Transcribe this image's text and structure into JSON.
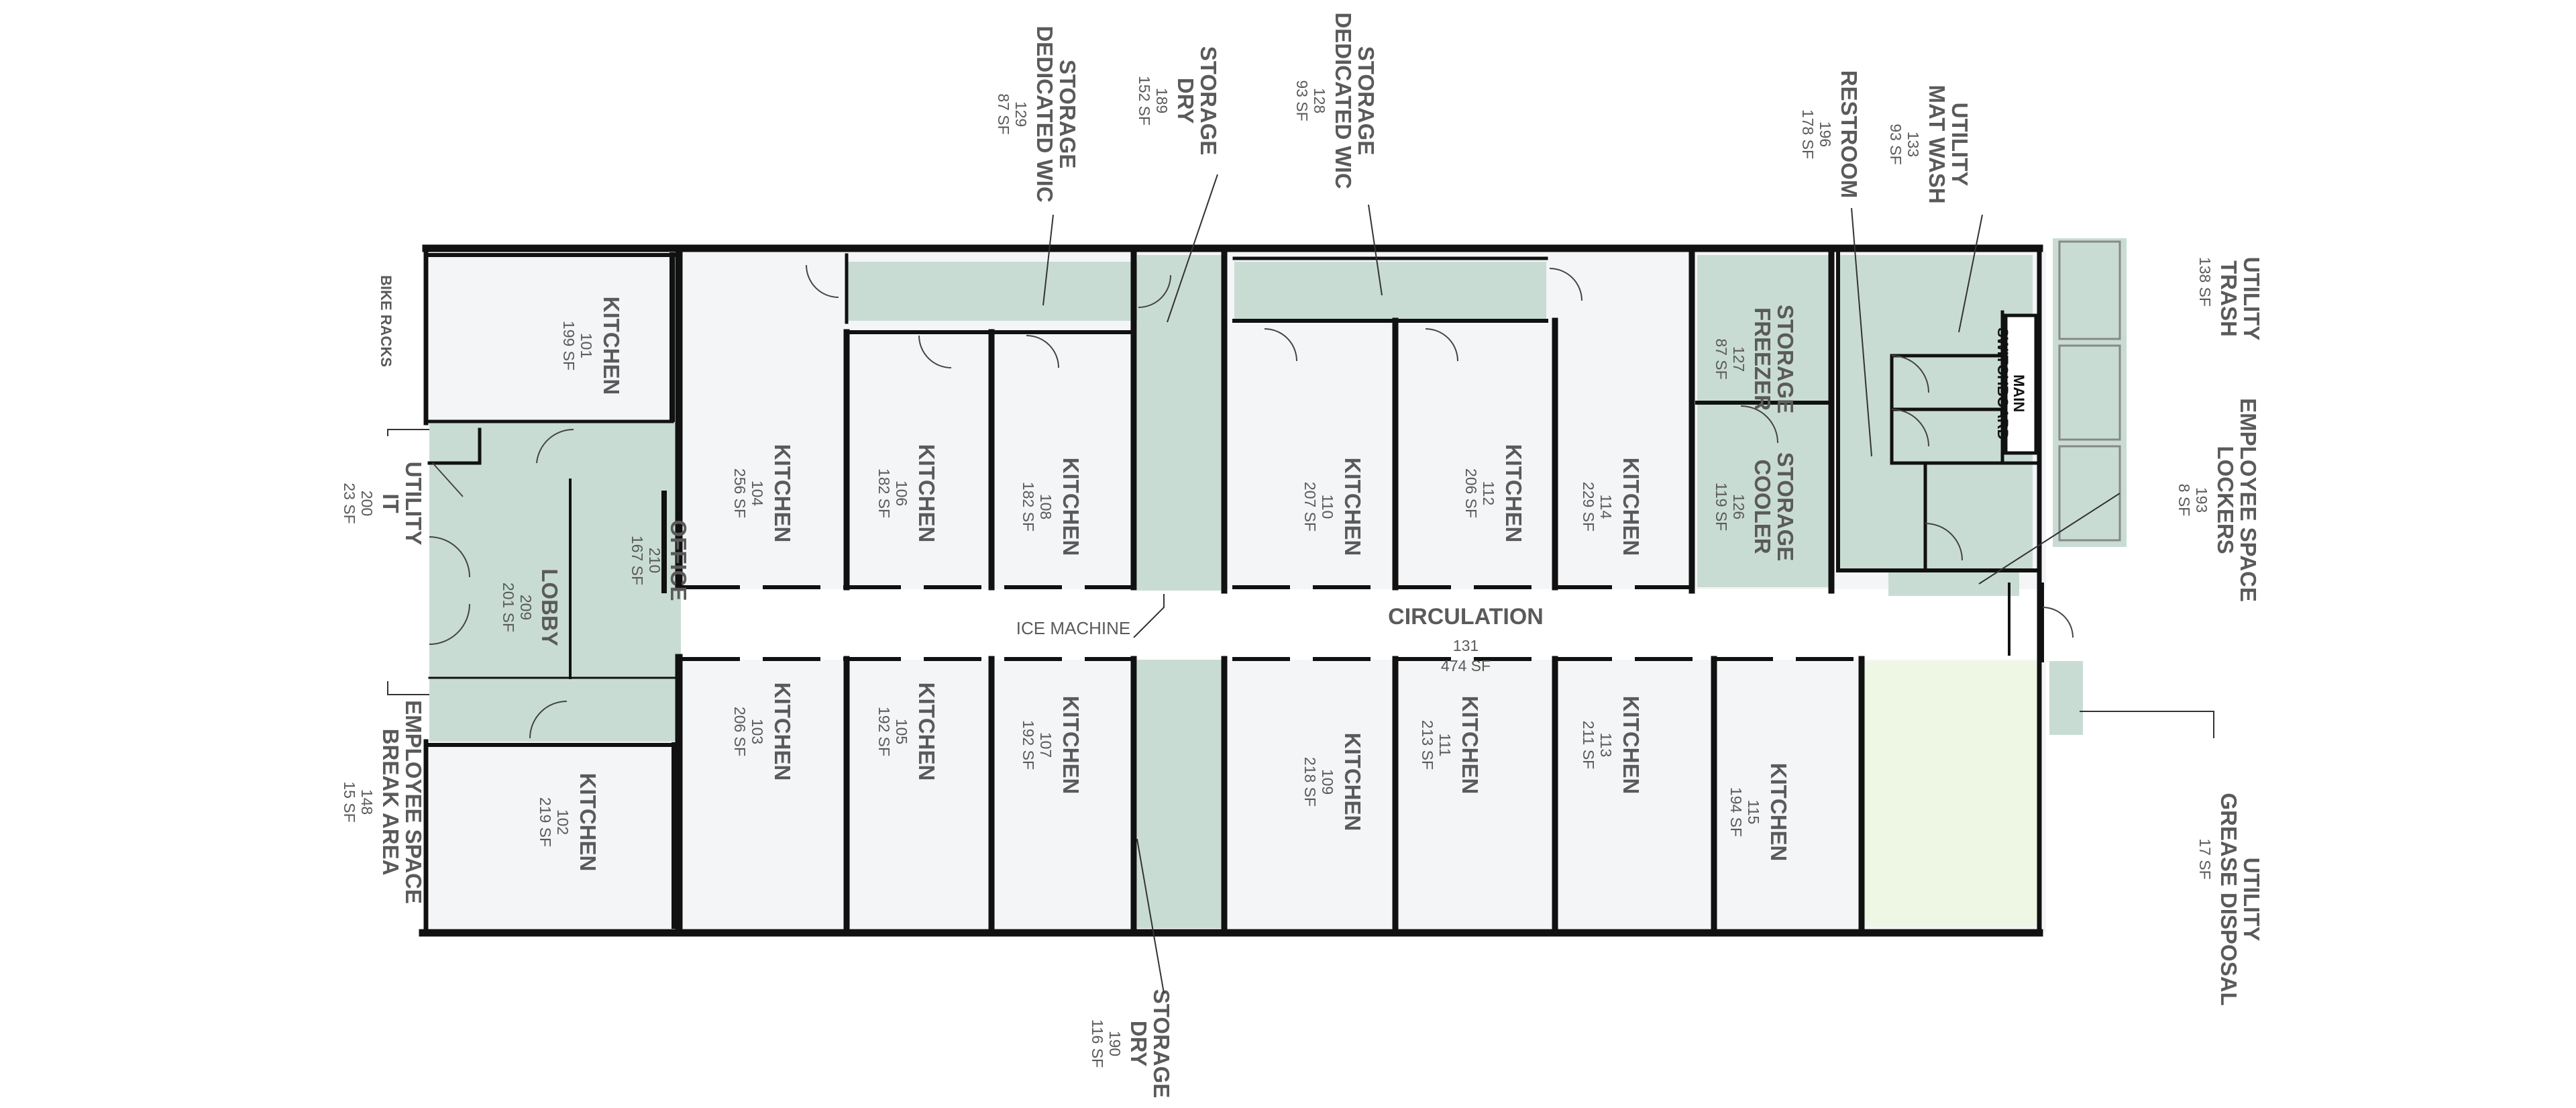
{
  "colors": {
    "wall": "#111111",
    "kitchen": "#f4f5f7",
    "support": "#c9dcd3",
    "highlight": "#eef6e4",
    "text": "#5a5a5a"
  },
  "rooms": [
    {
      "id": "room-101",
      "name": "KITCHEN",
      "num": "101",
      "area": "199 SF"
    },
    {
      "id": "room-102",
      "name": "KITCHEN",
      "num": "102",
      "area": "219 SF"
    },
    {
      "id": "room-103",
      "name": "KITCHEN",
      "num": "103",
      "area": "206 SF"
    },
    {
      "id": "room-104",
      "name": "KITCHEN",
      "num": "104",
      "area": "256 SF"
    },
    {
      "id": "room-105",
      "name": "KITCHEN",
      "num": "105",
      "area": "192 SF"
    },
    {
      "id": "room-106",
      "name": "KITCHEN",
      "num": "106",
      "area": "182 SF"
    },
    {
      "id": "room-107",
      "name": "KITCHEN",
      "num": "107",
      "area": "192 SF"
    },
    {
      "id": "room-108",
      "name": "KITCHEN",
      "num": "108",
      "area": "182 SF"
    },
    {
      "id": "room-109",
      "name": "KITCHEN",
      "num": "109",
      "area": "218 SF"
    },
    {
      "id": "room-110",
      "name": "KITCHEN",
      "num": "110",
      "area": "207 SF"
    },
    {
      "id": "room-111",
      "name": "KITCHEN",
      "num": "111",
      "area": "213 SF"
    },
    {
      "id": "room-112",
      "name": "KITCHEN",
      "num": "112",
      "area": "206 SF"
    },
    {
      "id": "room-113",
      "name": "KITCHEN",
      "num": "113",
      "area": "211 SF"
    },
    {
      "id": "room-114",
      "name": "KITCHEN",
      "num": "114",
      "area": "229 SF"
    },
    {
      "id": "room-115",
      "name": "KITCHEN",
      "num": "115",
      "area": "194 SF"
    },
    {
      "id": "room-126",
      "name1": "STORAGE",
      "name2": "COOLER",
      "num": "126",
      "area": "119 SF"
    },
    {
      "id": "room-127",
      "name1": "STORAGE",
      "name2": "FREEZER",
      "num": "127",
      "area": "87 SF"
    },
    {
      "id": "room-128",
      "name1": "STORAGE",
      "name2": "DEDICATED WIC",
      "num": "128",
      "area": "93 SF"
    },
    {
      "id": "room-129",
      "name1": "STORAGE",
      "name2": "DEDICATED WIC",
      "num": "129",
      "area": "87 SF"
    },
    {
      "id": "room-133",
      "name1": "UTILITY",
      "name2": "MAT WASH",
      "num": "133",
      "area": "93 SF"
    },
    {
      "id": "room-189",
      "name1": "STORAGE",
      "name2": "DRY",
      "num": "189",
      "area": "152 SF"
    },
    {
      "id": "room-190",
      "name1": "STORAGE",
      "name2": "DRY",
      "num": "190",
      "area": "116 SF"
    },
    {
      "id": "room-196",
      "name1": "RESTROOM",
      "num": "196",
      "area": "178 SF"
    },
    {
      "id": "room-193",
      "name1": "EMPLOYEE SPACE",
      "name2": "LOCKERS",
      "num": "193",
      "area": "8 SF"
    },
    {
      "id": "room-148",
      "name1": "EMPLOYEE SPACE",
      "name2": "BREAK AREA",
      "num": "148",
      "area": "15 SF"
    },
    {
      "id": "room-200",
      "name1": "UTILITY",
      "name2": "IT",
      "num": "200",
      "area": "23 SF"
    },
    {
      "id": "room-209",
      "name1": "LOBBY",
      "num": "209",
      "area": "201 SF"
    },
    {
      "id": "room-210",
      "name1": "OFFICE",
      "num": "210",
      "area": "167 SF"
    },
    {
      "id": "room-trash",
      "name1": "UTILITY",
      "name2": "TRASH",
      "area": "138 SF"
    },
    {
      "id": "room-grease",
      "name1": "UTILITY",
      "name2": "GREASE DISPOSAL",
      "area": "17 SF"
    }
  ],
  "circulation": {
    "name": "CIRCULATION",
    "num": "131",
    "area": "474 SF"
  },
  "labels": {
    "ice_machine": "ICE MACHINE",
    "bike_racks": "BIKE RACKS",
    "switchboard_1": "MAIN",
    "switchboard_2": "SWITCHBOARD"
  }
}
